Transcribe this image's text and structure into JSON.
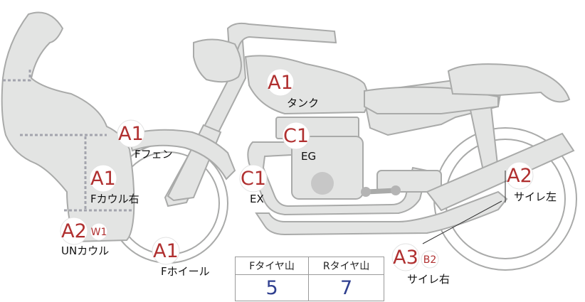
{
  "colors": {
    "body_fill": "#e3e4e3",
    "body_outline": "#a9aaa9",
    "grade_text": "#b03030",
    "value_text": "#2f3f8f"
  },
  "labels": [
    {
      "id": "tank",
      "grade": "A1",
      "part": "タンク"
    },
    {
      "id": "engine",
      "grade": "C1",
      "part": "EG"
    },
    {
      "id": "front-fender",
      "grade": "A1",
      "part": "Fフェン"
    },
    {
      "id": "front-cowl-right",
      "grade": "A1",
      "part": "Fカウル右"
    },
    {
      "id": "exhaust",
      "grade": "C1",
      "part": "EX"
    },
    {
      "id": "under-cowl",
      "grade": "A2",
      "subgrade": "W1",
      "part": "UNカウル"
    },
    {
      "id": "front-wheel",
      "grade": "A1",
      "part": "Fホイール"
    },
    {
      "id": "muffler-left",
      "grade": "A2",
      "part": "サイレ左"
    },
    {
      "id": "muffler-right",
      "grade": "A3",
      "subgrade": "B2",
      "part": "サイレ右"
    }
  ],
  "tire_table": {
    "headers": [
      "Fタイヤ山",
      "Rタイヤ山"
    ],
    "values": [
      "5",
      "7"
    ]
  }
}
